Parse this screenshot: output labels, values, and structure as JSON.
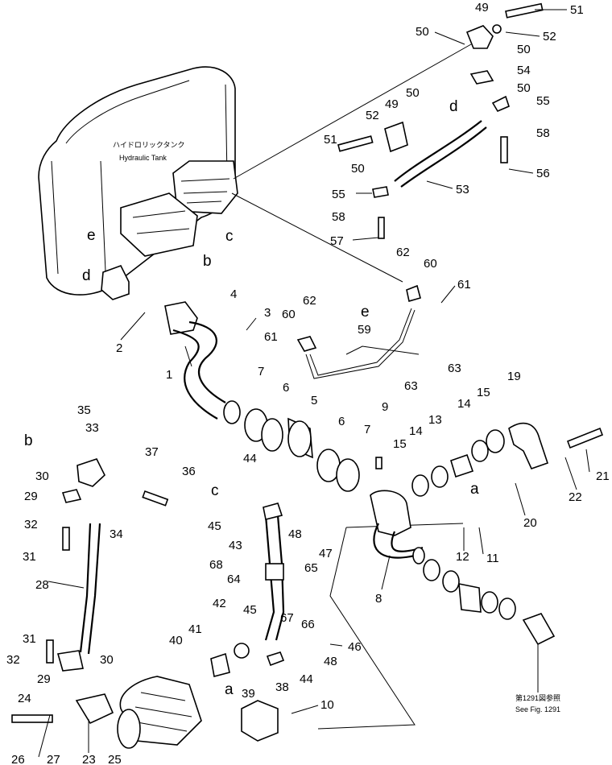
{
  "tank": {
    "label_jp": "ハイドロリックタンク",
    "label_en": "Hydraulic Tank"
  },
  "reference_note": {
    "jp": "第1291図参照",
    "en": "See Fig. 1291"
  },
  "connection_letters": [
    "a",
    "b",
    "c",
    "d",
    "e"
  ],
  "callouts": [
    "1",
    "2",
    "3",
    "4",
    "5",
    "6",
    "7",
    "8",
    "9",
    "10",
    "11",
    "12",
    "13",
    "14",
    "15",
    "19",
    "20",
    "21",
    "22",
    "23",
    "24",
    "25",
    "26",
    "27",
    "28",
    "29",
    "30",
    "31",
    "32",
    "33",
    "34",
    "35",
    "36",
    "37",
    "38",
    "39",
    "40",
    "41",
    "42",
    "43",
    "44",
    "45",
    "46",
    "47",
    "48",
    "49",
    "50",
    "51",
    "52",
    "53",
    "54",
    "55",
    "56",
    "57",
    "58",
    "59",
    "60",
    "61",
    "62",
    "63",
    "64",
    "65",
    "66",
    "67",
    "68"
  ]
}
